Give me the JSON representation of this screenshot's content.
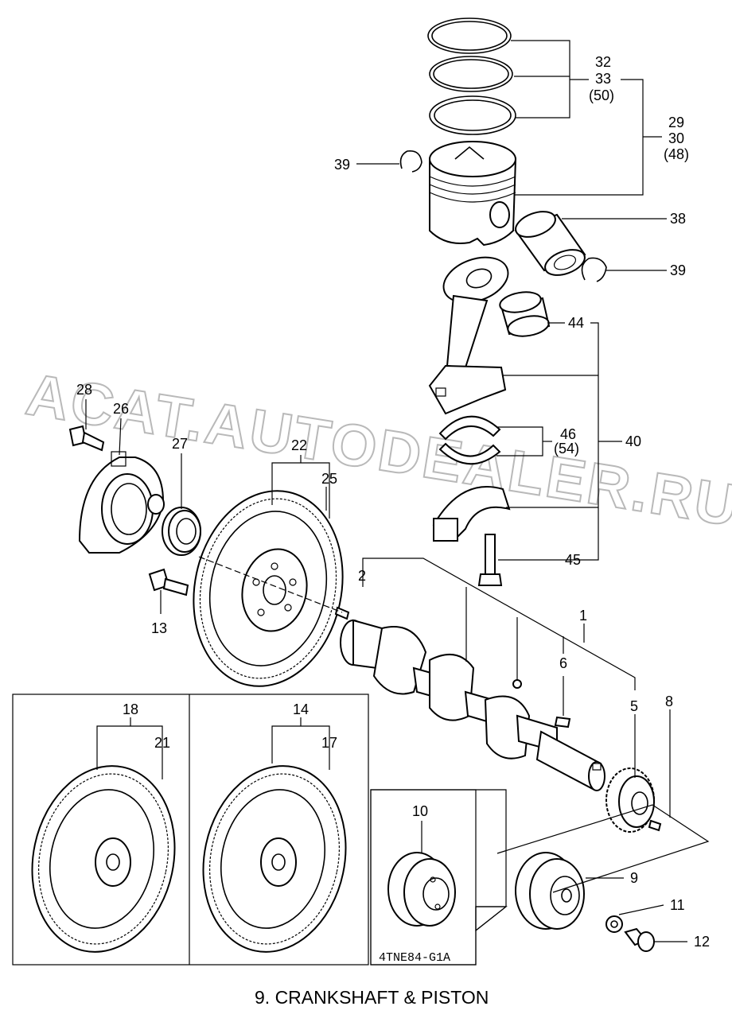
{
  "diagram": {
    "caption": "9.  CRANKSHAFT & PISTON",
    "watermark": "ACAT.AUTODEALER.RU",
    "inset_code": "4TNE84-G1A",
    "labels": {
      "l1": "1",
      "l2": "2",
      "l5": "5",
      "l6": "6",
      "l8": "8",
      "l9": "9",
      "l10": "10",
      "l11": "11",
      "l12": "12",
      "l13": "13",
      "l14": "14",
      "l17": "17",
      "l18": "18",
      "l21": "21",
      "l22": "22",
      "l25": "25",
      "l26": "26",
      "l27": "27",
      "l28": "28",
      "l29": "29",
      "l30": "30",
      "l48": "(48)",
      "l32": "32",
      "l33": "33",
      "l50": "(50)",
      "l38": "38",
      "l39a": "39",
      "l39b": "39",
      "l40": "40",
      "l44": "44",
      "l45": "45",
      "l46": "46",
      "l54": "(54)"
    }
  }
}
